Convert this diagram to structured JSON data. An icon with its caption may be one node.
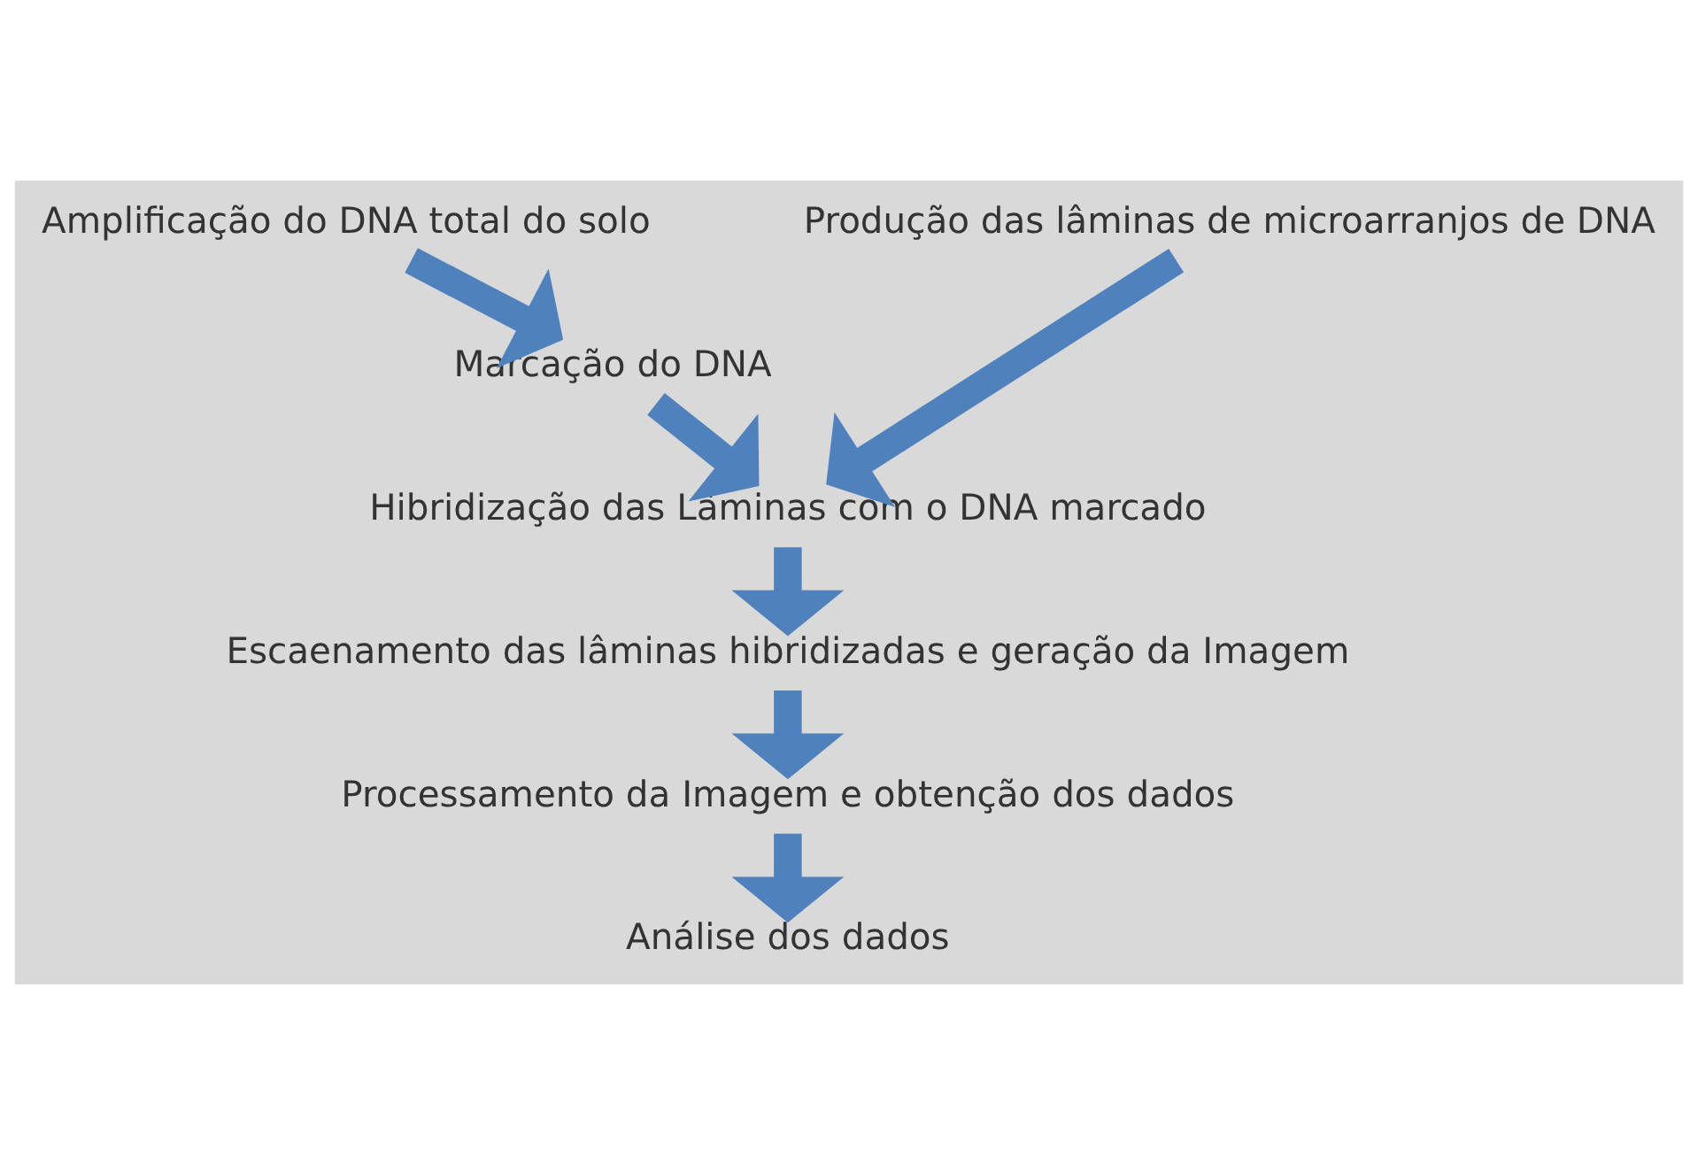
{
  "diagram": {
    "nodes": [
      {
        "text": [
          "Amplificação do DNA total do solo"
        ]
      },
      {
        "text": [
          "Produção das lâminas de microarranjos de DNA"
        ]
      },
      {
        "text": [
          "Marcação do DNA"
        ]
      },
      {
        "text": [
          "Hibridização das Lâminas com o DNA marcado"
        ]
      },
      {
        "text": [
          "Escaenamento das lâminas hibridizadas e geração da Imagem"
        ]
      },
      {
        "text": [
          "Processamento da Imagem e obtenção dos dados"
        ]
      },
      {
        "text": [
          "Análise dos dados"
        ]
      }
    ],
    "edges": [
      {
        "from": 0,
        "to": 2,
        "arrow": "to"
      },
      {
        "from": 2,
        "to": 3,
        "arrow": "to"
      },
      {
        "from": 1,
        "to": 3,
        "arrow": "to"
      },
      {
        "from": 3,
        "to": 4,
        "arrow": "to"
      },
      {
        "from": 4,
        "to": 5,
        "arrow": "to"
      },
      {
        "from": 5,
        "to": 6,
        "arrow": "to"
      }
    ]
  }
}
